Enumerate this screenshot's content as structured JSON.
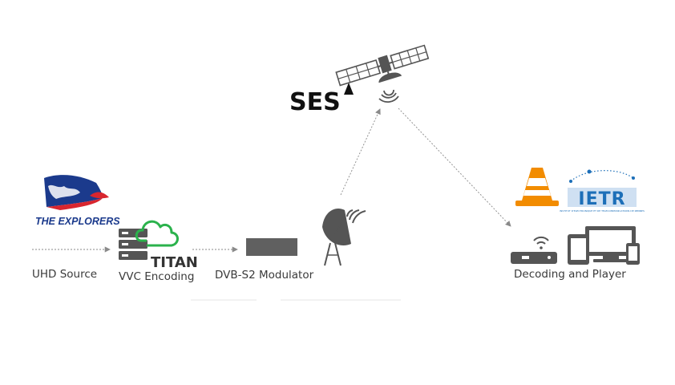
{
  "nodes": {
    "source": {
      "label": "UHD Source"
    },
    "encoding": {
      "label": "VVC Encoding"
    },
    "modulator": {
      "label": "DVB-S2 Modulator"
    },
    "player": {
      "label": "Decoding and Player"
    }
  },
  "logos": {
    "explorers": {
      "text": "THE EXPLORERS"
    },
    "titan": {
      "text": "TITAN"
    },
    "ses": {
      "text": "SES"
    },
    "ietr": {
      "text": "IETR",
      "subtext": "INSTITUT D'ELECTRONIQUE ET DE TELECOMMUNICATIONS DE RENNES"
    }
  },
  "colors": {
    "explorers_blue": "#1b3a8c",
    "explorers_red": "#d8262f",
    "titan_green": "#2bb24c",
    "device_gray": "#555555",
    "vlc_orange": "#f28c00",
    "ietr_blue": "#1d6fb8",
    "arrow_gray": "#8a8a8a"
  }
}
